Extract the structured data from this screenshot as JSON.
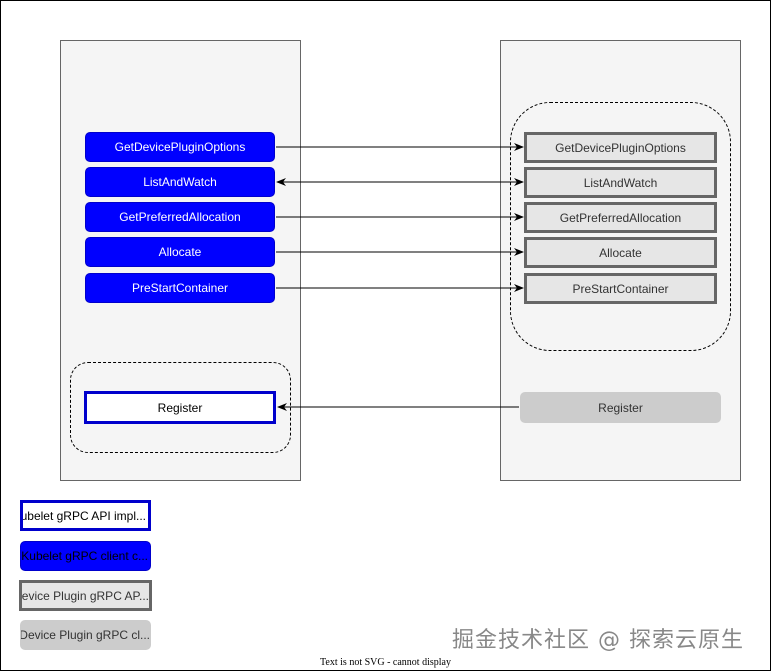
{
  "kubelet": {
    "methods": [
      "GetDevicePluginOptions",
      "ListAndWatch",
      "GetPreferredAllocation",
      "Allocate",
      "PreStartContainer"
    ],
    "register": "Register"
  },
  "device_plugin": {
    "methods": [
      "GetDevicePluginOptions",
      "ListAndWatch",
      "GetPreferredAllocation",
      "Allocate",
      "PreStartContainer"
    ],
    "register": "Register"
  },
  "legend": {
    "kubelet_api_impl": "Kubelet gRPC API impl...",
    "kubelet_client": "Kubelet gRPC client c...",
    "plugin_api": "Device Plugin gRPC AP...",
    "plugin_client": "Device Plugin gRPC cl..."
  },
  "watermark": "掘金技术社区 @ 探索云原生",
  "footnote": "Text is not SVG - cannot display",
  "colors": {
    "kubelet_blue": "#0000ff",
    "plugin_gray": "#e6e6e6",
    "plugin_client_gray": "#cccccc",
    "panel_bg": "#f5f5f5"
  }
}
